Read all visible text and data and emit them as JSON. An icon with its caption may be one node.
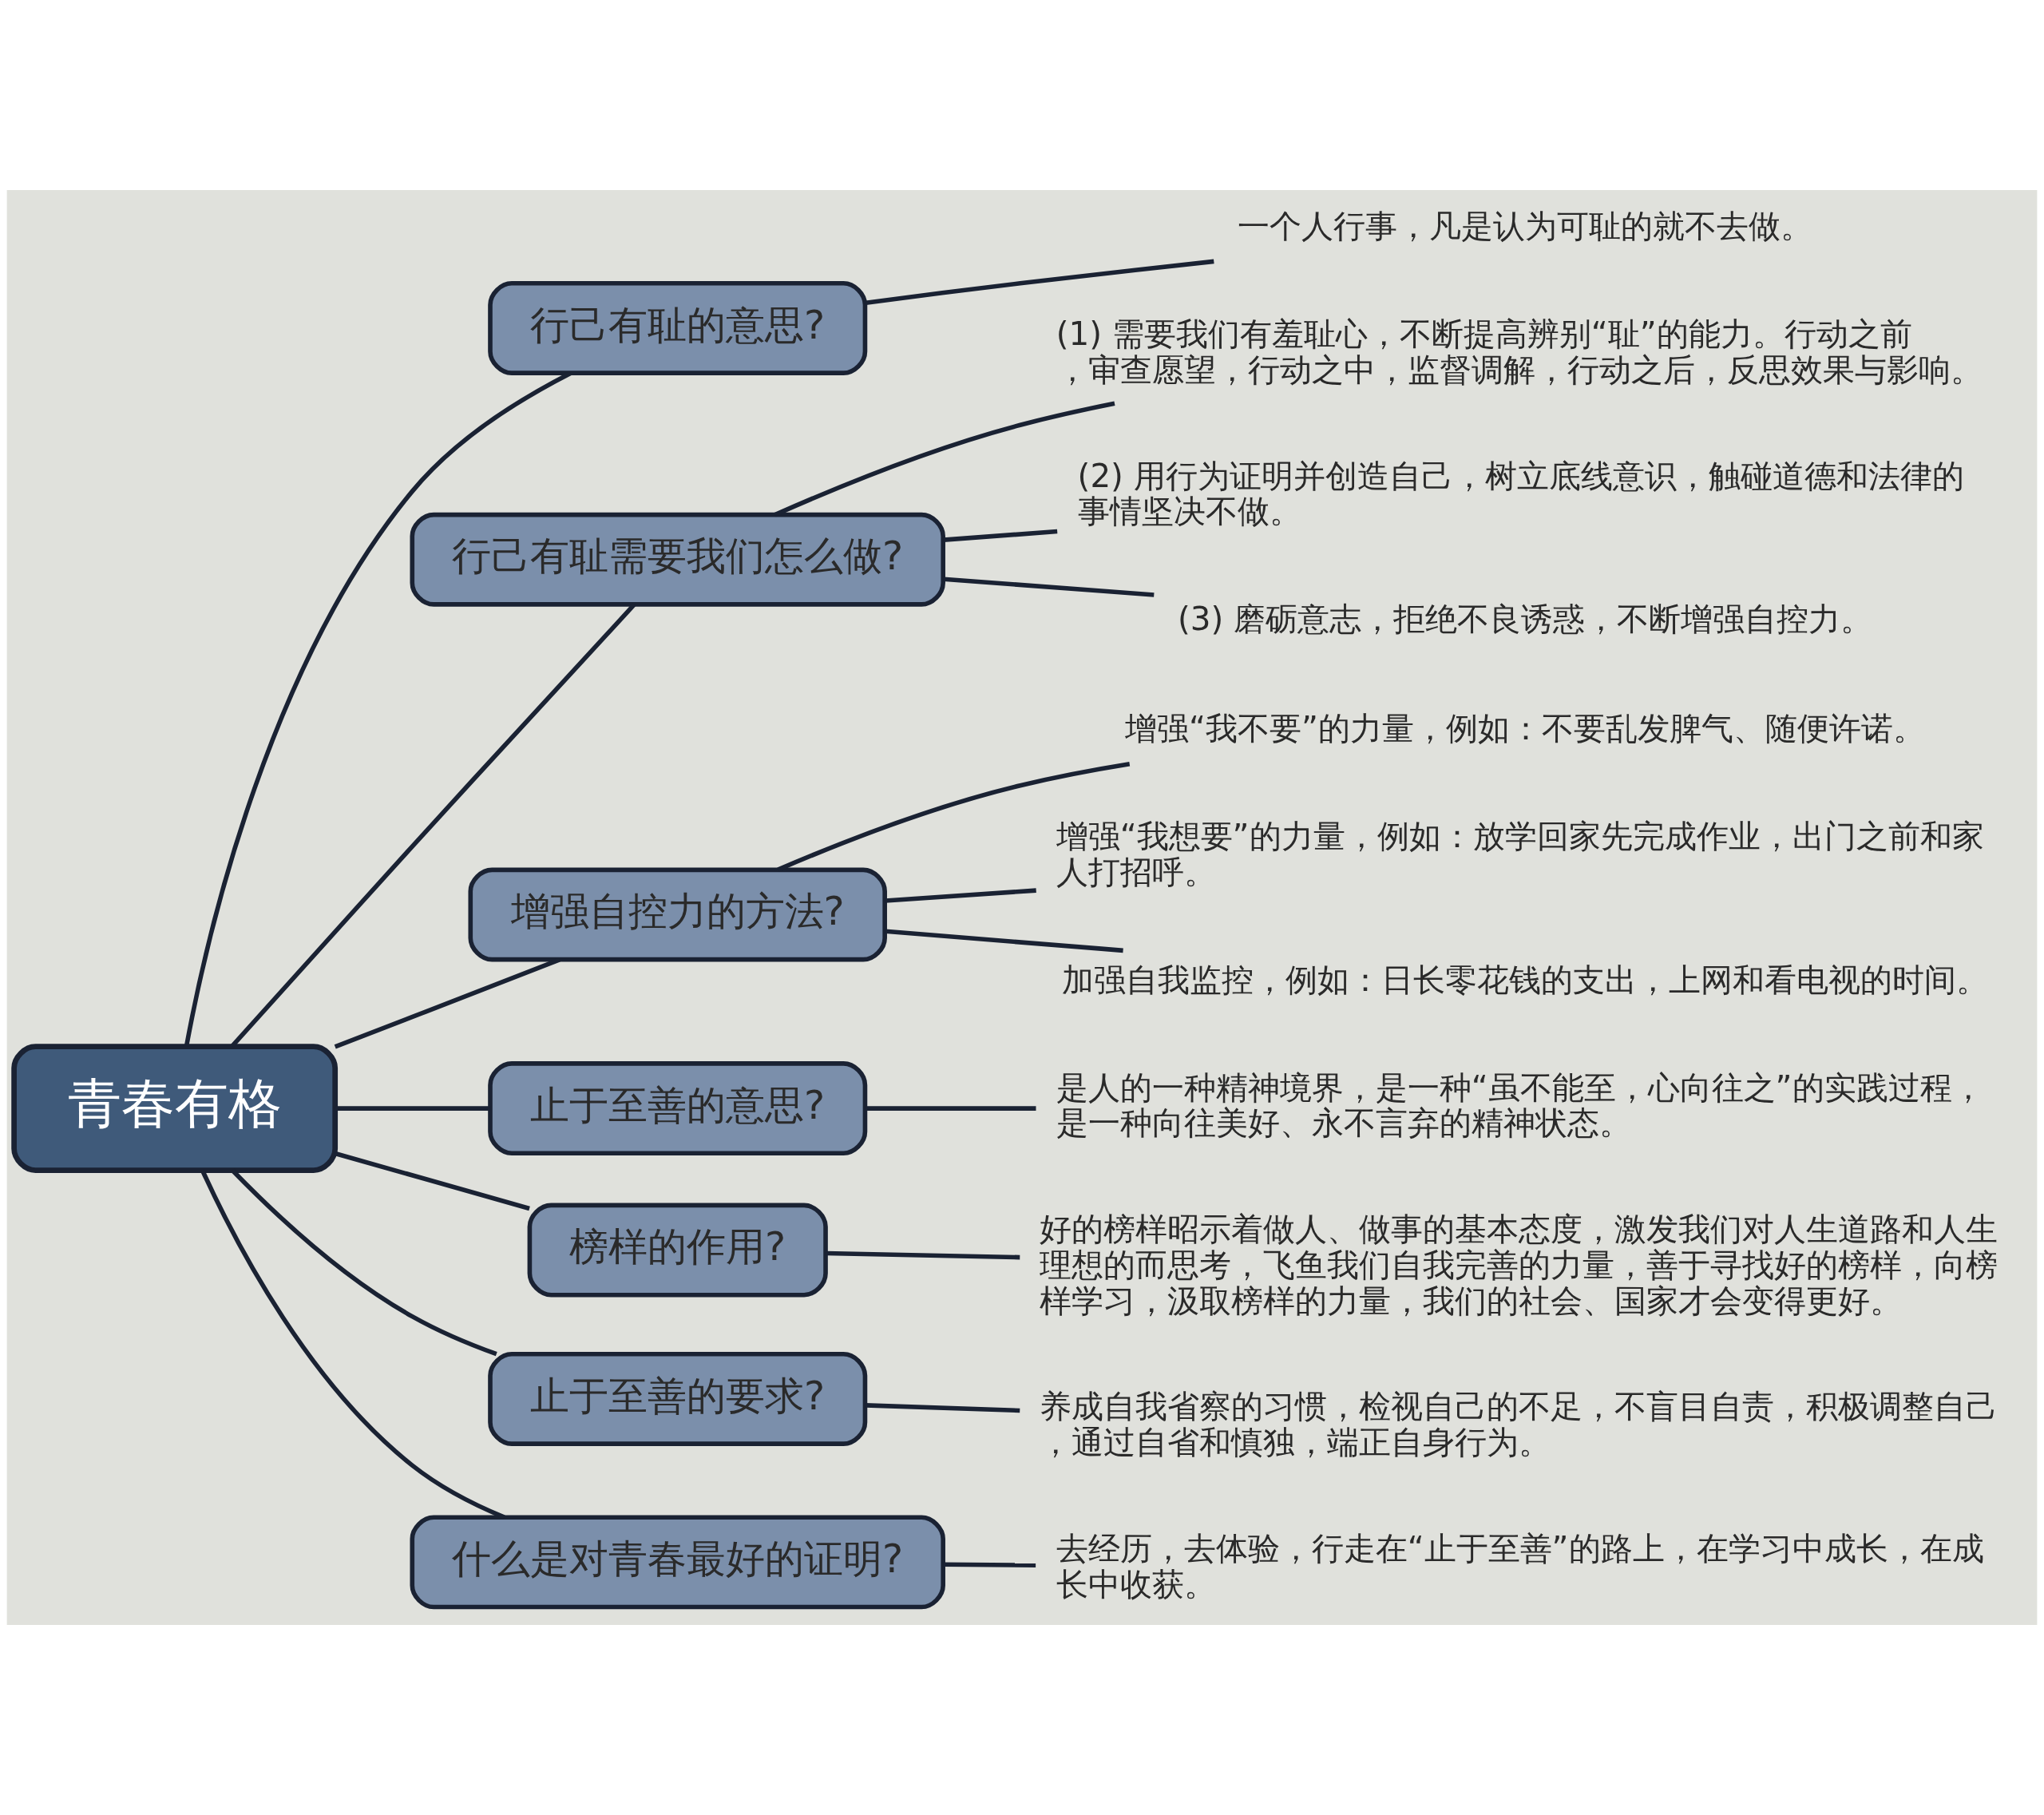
{
  "diagram": {
    "nodes": [
      {
        "text": [
          "青春有格"
        ]
      },
      {
        "text": [
          "行己有耻的意思?"
        ]
      },
      {
        "text": [
          "一个人行事，凡是认为可耻的就不去做。"
        ]
      },
      {
        "text": [
          "行己有耻需要我们怎么做?"
        ]
      },
      {
        "text": [
          "(1) 需要我们有羞耻心，不断提高辨别“耻”的能力。行动之前，审查愿望，行动之中，监督调解，行动之后，反思效果与影响。"
        ]
      },
      {
        "text": [
          "(2) 用行为证明并创造自己，树立底线意识，触碰道德和法律的事情坚决不做。"
        ]
      },
      {
        "text": [
          "(3) 磨砺意志，拒绝不良诱惑，不断增强自控力。"
        ]
      },
      {
        "text": [
          "增强自控力的方法?"
        ]
      },
      {
        "text": [
          "增强“我不要”的力量，例如：不要乱发脾气、随便许诺。"
        ]
      },
      {
        "text": [
          "增强“我想要”的力量，例如：放学回家先完成作业，出门之前和家人打招呼。"
        ]
      },
      {
        "text": [
          "加强自我监控，例如：日长零花钱的支出，上网和看电视的时间。"
        ]
      },
      {
        "text": [
          "止于至善的意思?"
        ]
      },
      {
        "text": [
          "是人的一种精神境界，是一种“虽不能至，心向往之”的实践过程，是一种向往美好、永不言弃的精神状态。"
        ]
      },
      {
        "text": [
          "榜样的作用?"
        ]
      },
      {
        "text": [
          "好的榜样昭示着做人、做事的基本态度，激发我们对人生道路和人生理想的而思考，飞鱼我们自我完善的力量，善于寻找好的榜样，向榜样学习，汲取榜样的力量，我们的社会、国家才会变得更好。"
        ]
      },
      {
        "text": [
          "止于至善的要求?"
        ]
      },
      {
        "text": [
          "养成自我省察的习惯，检视自己的不足，不盲目自责，积极调整自己，通过自省和慎独，端正自身行为。"
        ]
      },
      {
        "text": [
          "什么是对青春最好的证明?"
        ]
      },
      {
        "text": [
          "去经历，去体验，行走在“止于至善”的路上，在学习中成长，在成长中收获。"
        ]
      }
    ],
    "edges": [
      {
        "from": 0,
        "to": 1,
        "arrow": "none"
      },
      {
        "from": 1,
        "to": 2,
        "arrow": "none"
      },
      {
        "from": 0,
        "to": 3,
        "arrow": "none"
      },
      {
        "from": 3,
        "to": 4,
        "arrow": "none"
      },
      {
        "from": 3,
        "to": 5,
        "arrow": "none"
      },
      {
        "from": 3,
        "to": 6,
        "arrow": "none"
      },
      {
        "from": 0,
        "to": 7,
        "arrow": "none"
      },
      {
        "from": 7,
        "to": 8,
        "arrow": "none"
      },
      {
        "from": 7,
        "to": 9,
        "arrow": "none"
      },
      {
        "from": 7,
        "to": 10,
        "arrow": "none"
      },
      {
        "from": 0,
        "to": 11,
        "arrow": "none"
      },
      {
        "from": 11,
        "to": 12,
        "arrow": "none"
      },
      {
        "from": 0,
        "to": 13,
        "arrow": "none"
      },
      {
        "from": 13,
        "to": 14,
        "arrow": "none"
      },
      {
        "from": 0,
        "to": 15,
        "arrow": "none"
      },
      {
        "from": 15,
        "to": 16,
        "arrow": "none"
      },
      {
        "from": 0,
        "to": 17,
        "arrow": "none"
      },
      {
        "from": 17,
        "to": 18,
        "arrow": "none"
      }
    ]
  }
}
